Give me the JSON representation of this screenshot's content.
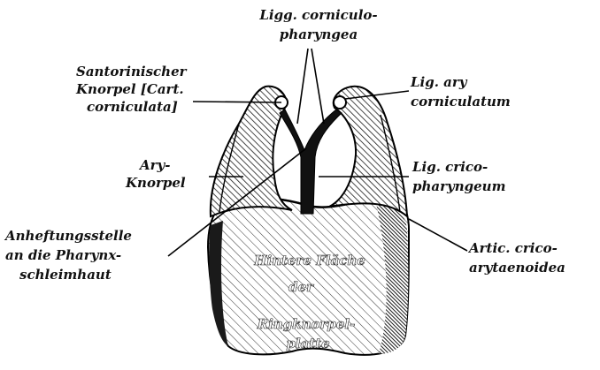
{
  "title": "",
  "colors": {
    "ink": "#111111",
    "paper": "#ffffff",
    "shade": "#2a2a2a"
  },
  "labels": {
    "ligg_corniculo": {
      "line1": "Ligg. corniculo-",
      "line2": "pharyngea"
    },
    "santorini": {
      "line1": "Santorinischer",
      "line2": "Knorpel [Cart.",
      "line3": "corniculata]"
    },
    "lig_ary": {
      "line1": "Lig. ary",
      "line2": "corniculatum"
    },
    "ary_knorpel": {
      "line1": "Ary-",
      "line2": "Knorpel"
    },
    "lig_crico": {
      "line1": "Lig. crico-",
      "line2": "pharyngeum"
    },
    "anheftung": {
      "line1": "Anheftungsstelle",
      "line2": "an die Pharynx-",
      "line3": "schleimhaut"
    },
    "artic": {
      "line1": "Artic. crico-",
      "line2": "arytaenoidea"
    }
  },
  "center_text": {
    "line1": "Hintere Fläche",
    "line2": "der",
    "line3": "Ringknorpel-",
    "line4": "platte"
  }
}
